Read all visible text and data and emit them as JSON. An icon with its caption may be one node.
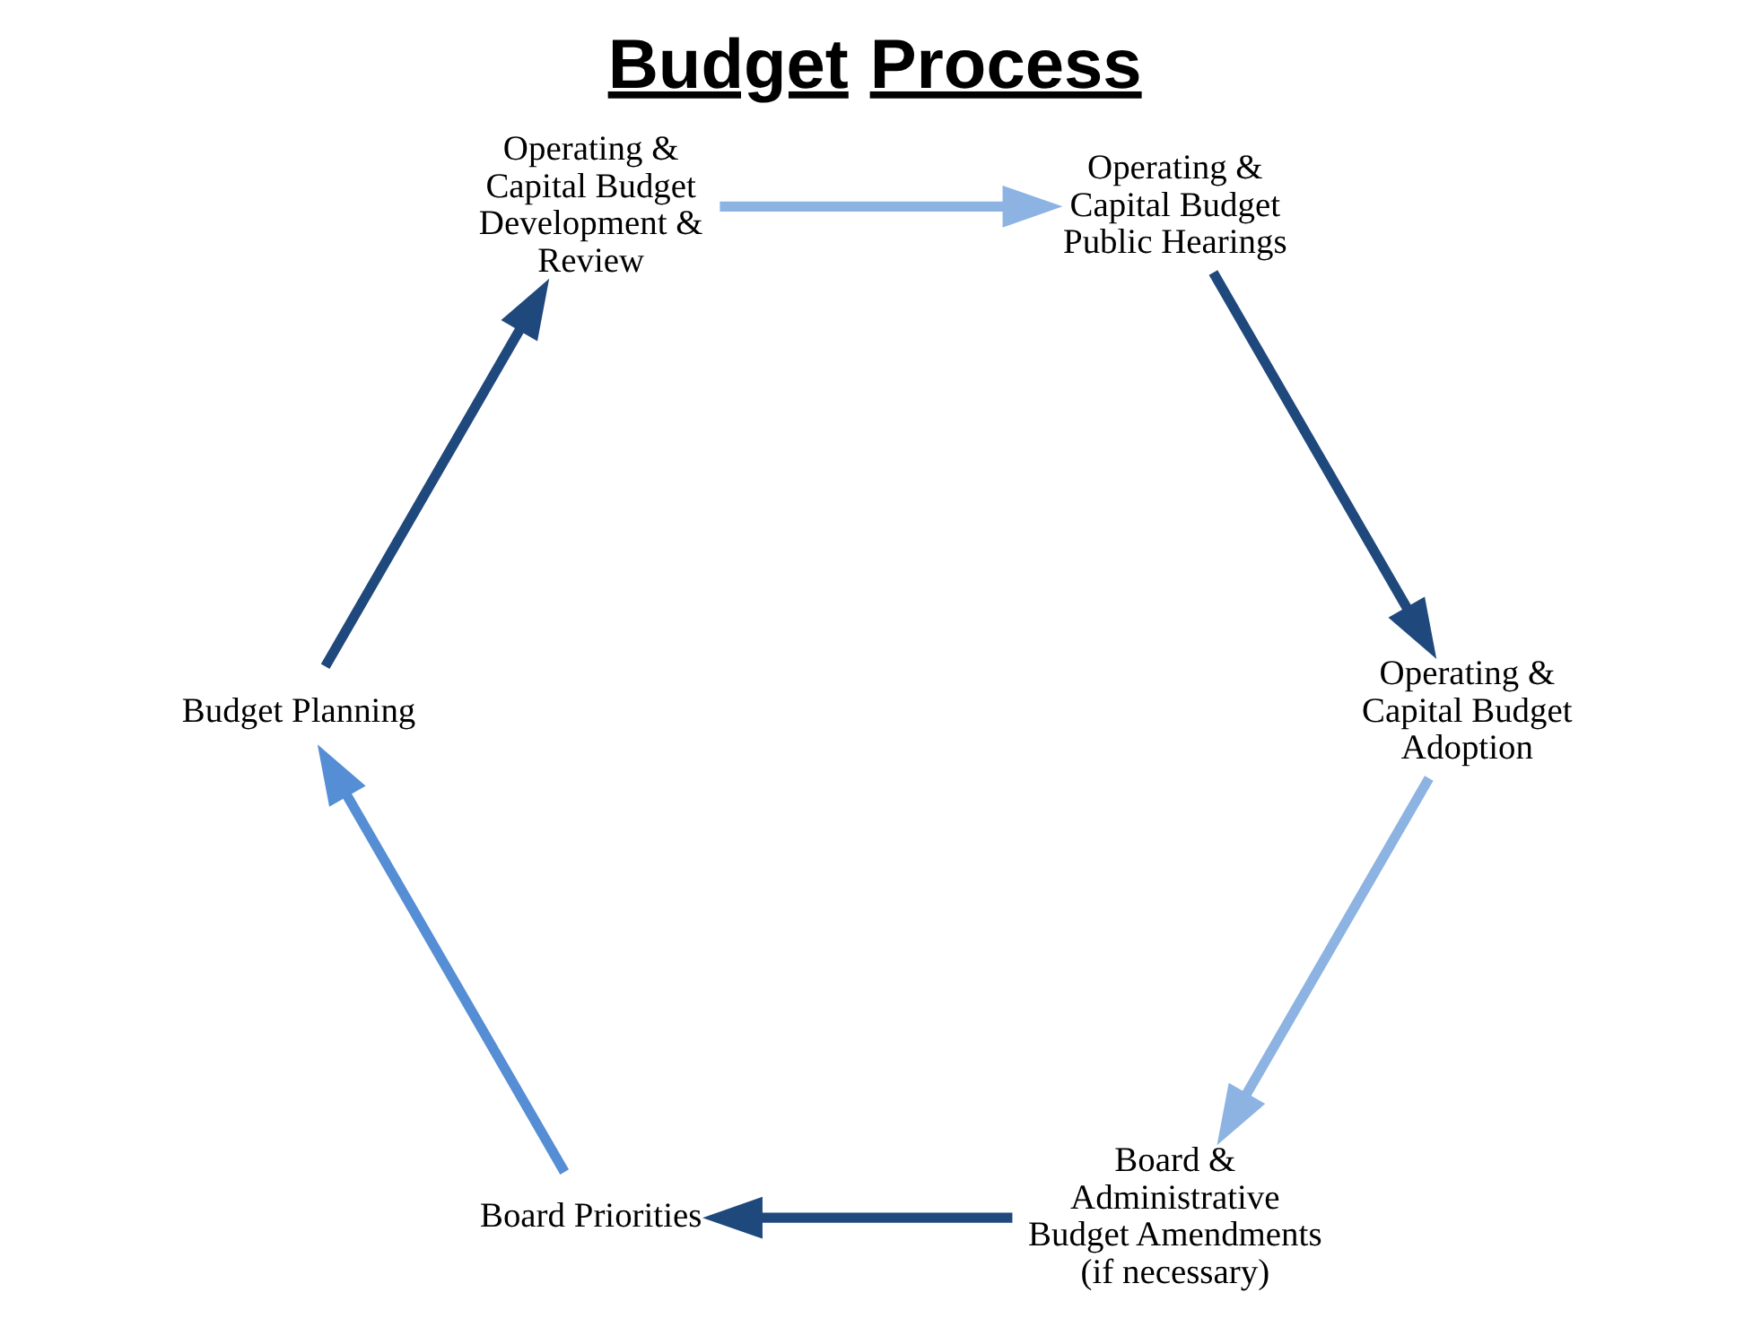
{
  "diagram": {
    "title": "Budget Process",
    "nodes": [
      {
        "text": [
          "Board & Administrative Budget Amendments (if necessary)"
        ]
      },
      {
        "text": [
          "Board Priorities"
        ]
      },
      {
        "text": [
          "Budget Planning"
        ]
      },
      {
        "text": [
          "Operating & Capital Budget Adoption"
        ]
      },
      {
        "text": [
          "Operating & Capital Budget Public Hearings"
        ]
      },
      {
        "text": [
          "Operating & Capital Budget Development & Review"
        ]
      }
    ],
    "edges": [
      {
        "from": 0,
        "to": 1,
        "arrow": "to",
        "color": "#1f497d"
      },
      {
        "from": 1,
        "to": 2,
        "arrow": "to",
        "color": "#558ed5"
      },
      {
        "from": 2,
        "to": 5,
        "arrow": "to",
        "color": "#1f497d"
      },
      {
        "from": 5,
        "to": 4,
        "arrow": "to",
        "color": "#8db3e2"
      },
      {
        "from": 4,
        "to": 3,
        "arrow": "to",
        "color": "#1f497d"
      },
      {
        "from": 3,
        "to": 0,
        "arrow": "to",
        "color": "#8db3e2"
      }
    ]
  }
}
